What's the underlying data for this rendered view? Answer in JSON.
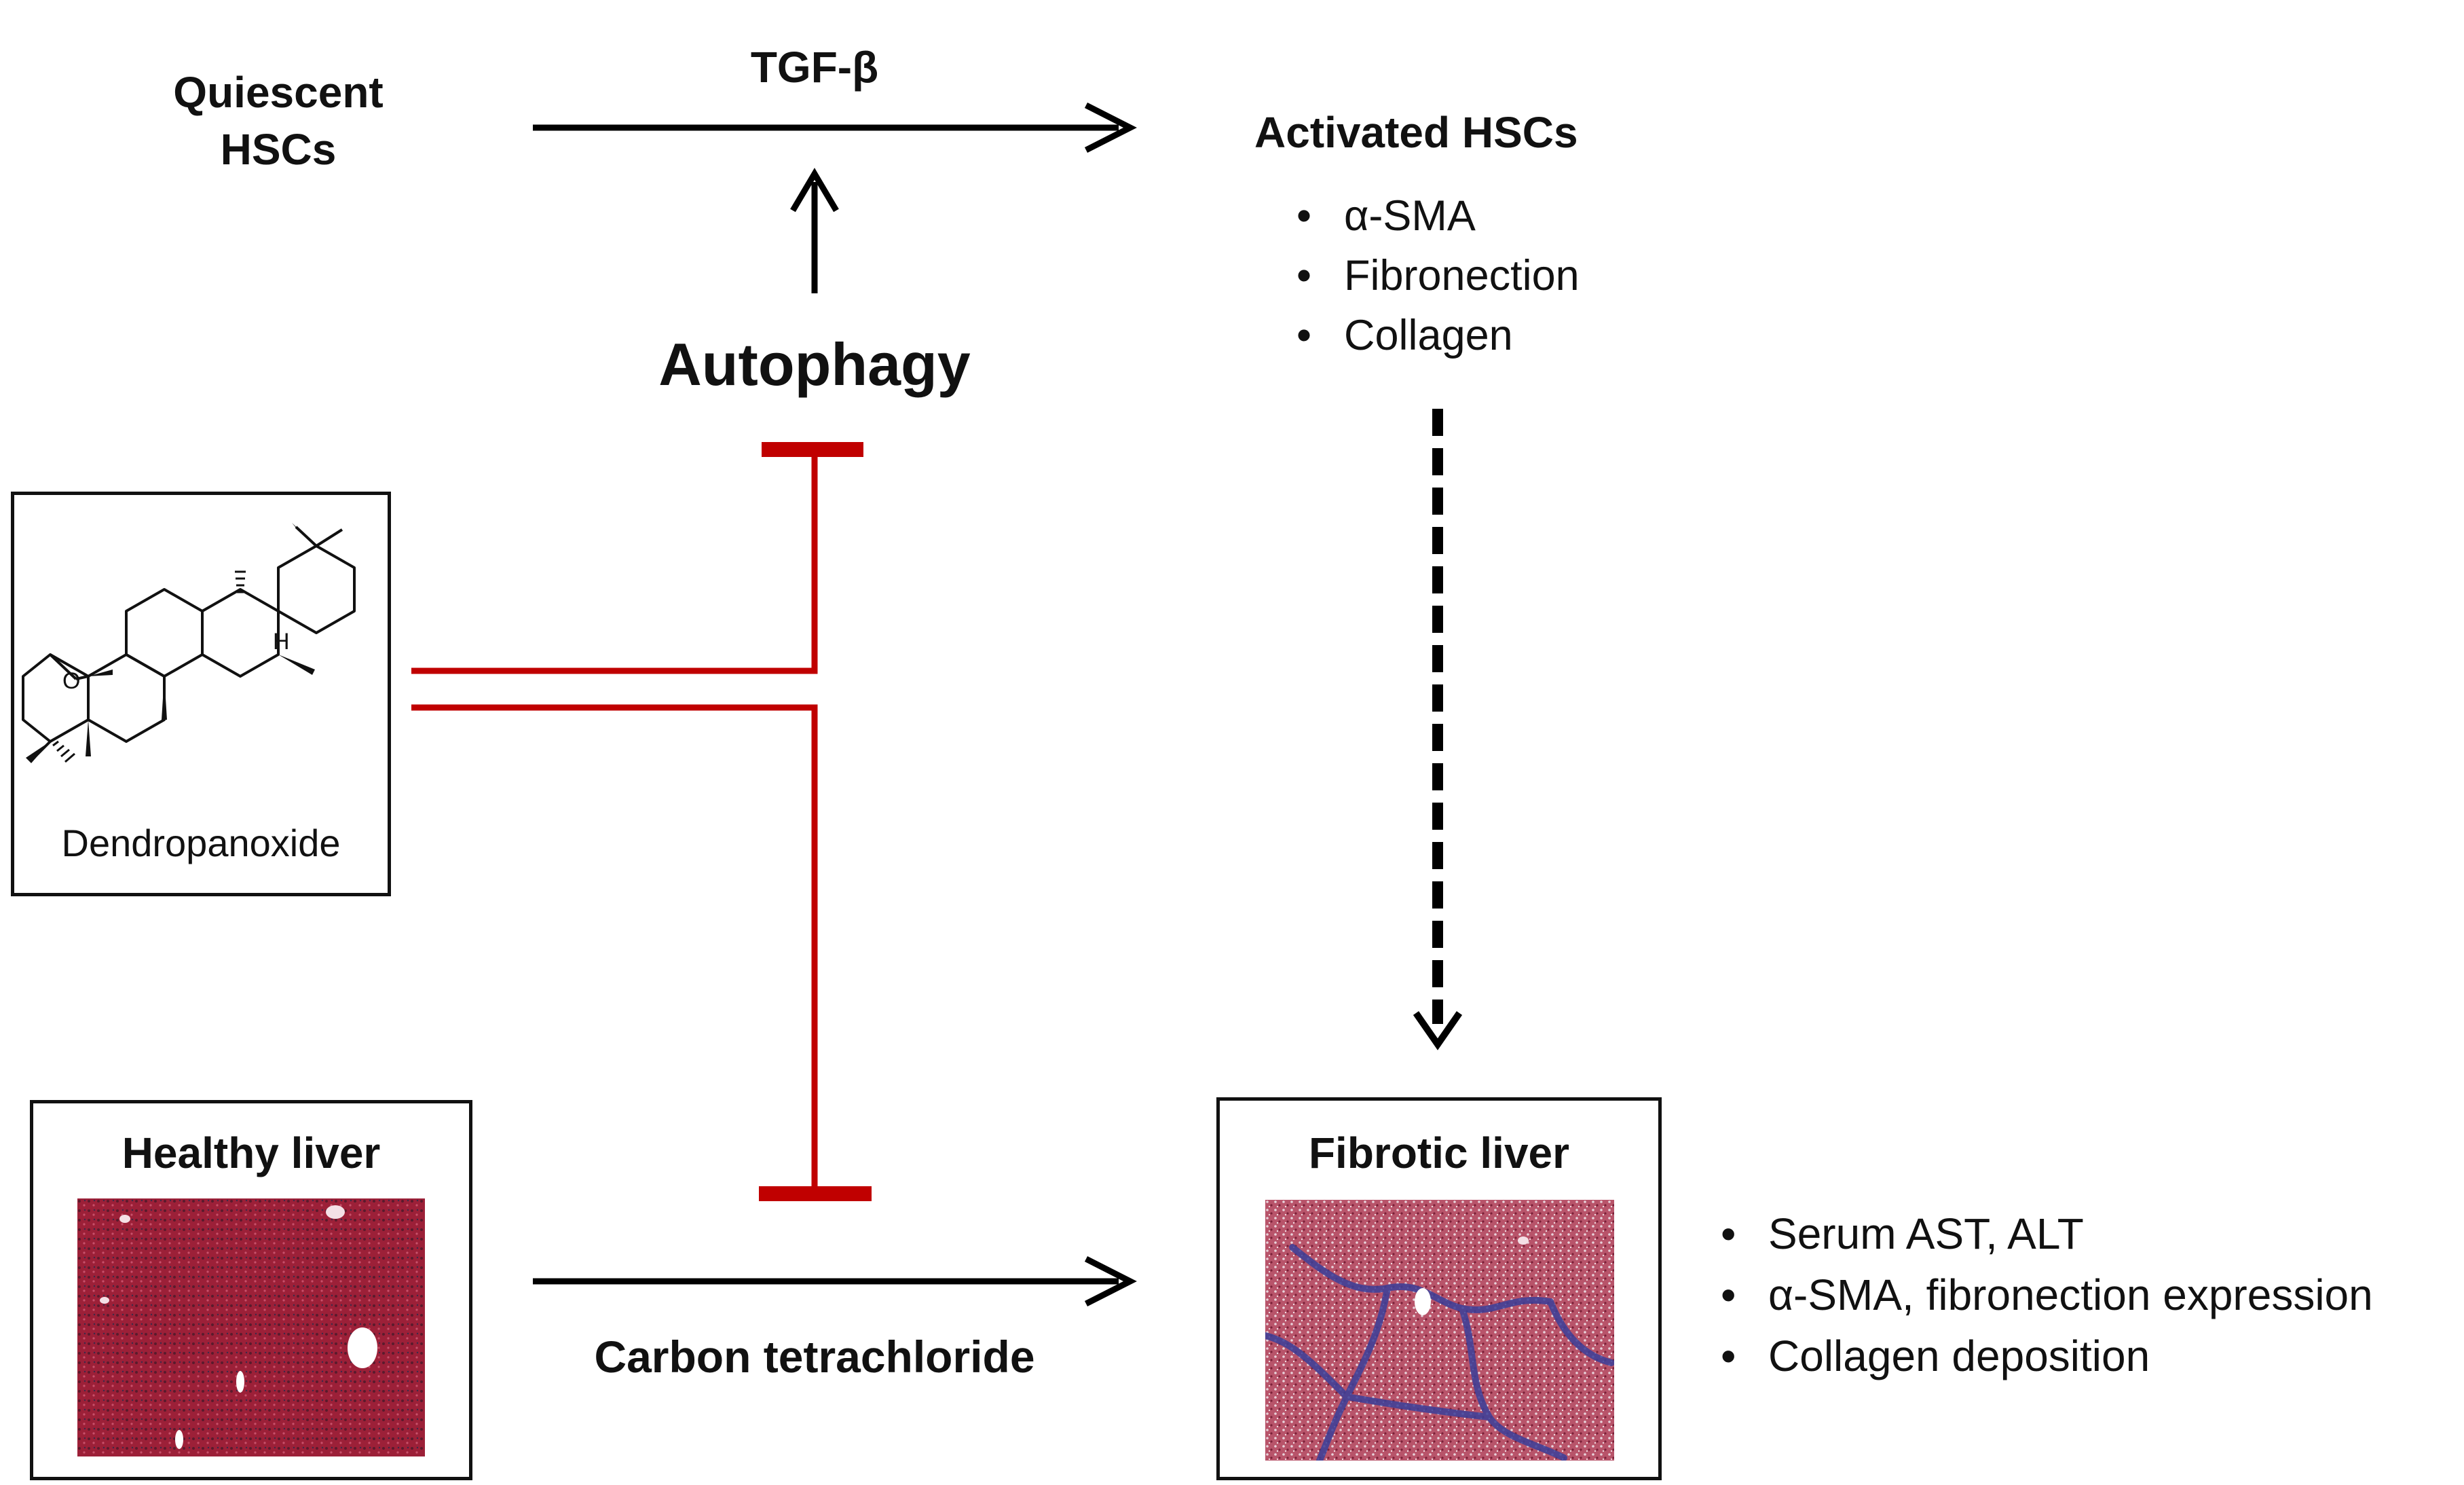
{
  "labels": {
    "quiescent": [
      "Quiescent",
      "HSCs"
    ],
    "tgf": "TGF-β",
    "activated": "Activated HSCs",
    "autophagy": "Autophagy",
    "compound": "Dendropanoxide",
    "carbon": "Carbon tetrachloride",
    "healthy": "Healthy liver",
    "fibrotic": "Fibrotic liver"
  },
  "molecule_atoms": {
    "oxygen": "O",
    "hydrogen": "H"
  },
  "activated_markers": [
    "α-SMA",
    "Fibronection",
    "Collagen"
  ],
  "fibrosis_outcomes": [
    "Serum AST, ALT",
    "α-SMA, fibronection expression",
    "Collagen deposition"
  ],
  "colors": {
    "inhibition": "#c00000",
    "arrow": "#000000",
    "tissue_red": "#a0233a",
    "tissue_blue": "#3b3f9a"
  }
}
